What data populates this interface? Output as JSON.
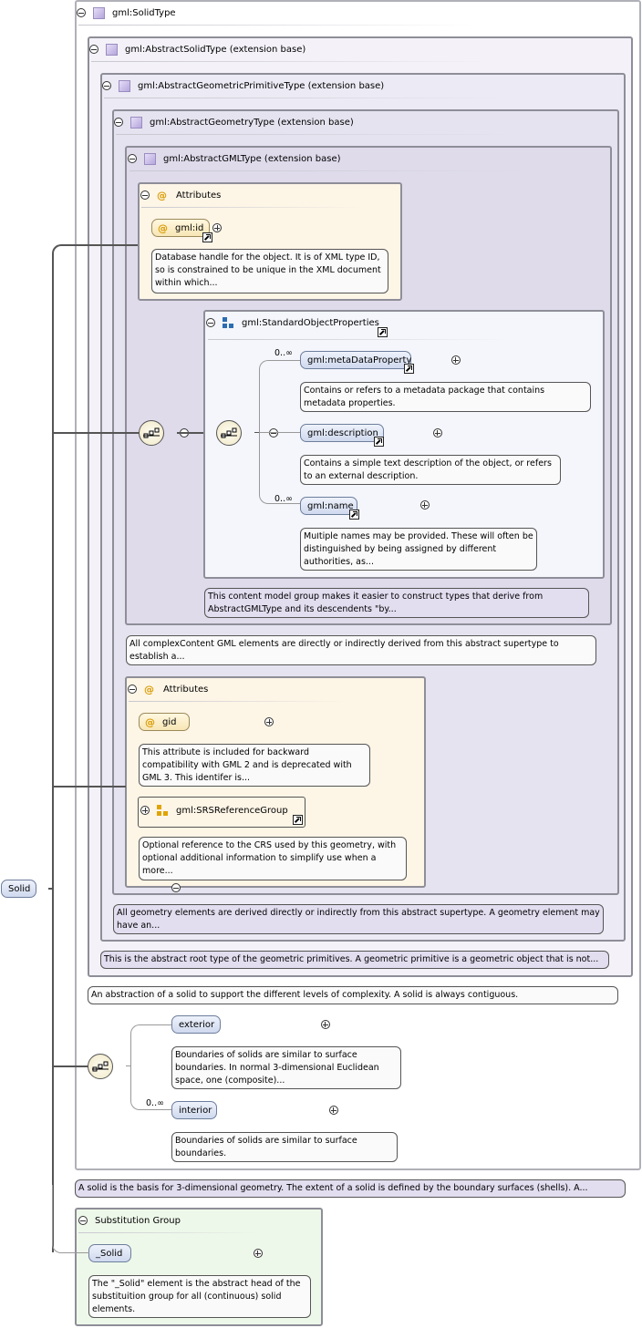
{
  "root": {
    "label": "Solid"
  },
  "solid_type": {
    "label": "gml:SolidType"
  },
  "abstract_solid": {
    "label": "gml:AbstractSolidType (extension base)"
  },
  "abstract_geom_prim": {
    "label": "gml:AbstractGeometricPrimitiveType (extension base)"
  },
  "abstract_geometry": {
    "label": "gml:AbstractGeometryType (extension base)"
  },
  "abstract_gml": {
    "label": "gml:AbstractGMLType (extension base)"
  },
  "attributes1": {
    "label": "Attributes",
    "gml_id": {
      "label": "gml:id",
      "doc": "Database handle for the object. It is of XML type ID, so is constrained to be unique in the XML document within which..."
    }
  },
  "std_props": {
    "label": "gml:StandardObjectProperties",
    "metadata": {
      "card": "0..∞",
      "label": "gml:metaDataProperty",
      "doc": "Contains or refers to a metadata package that contains metadata properties."
    },
    "description": {
      "label": "gml:description",
      "doc": "Contains a simple text description of the object, or refers to an external description."
    },
    "name": {
      "card": "0..∞",
      "label": "gml:name",
      "doc": "Multiple names may be provided. These will often be distinguished by being assigned by different authorities, as..."
    },
    "doc": "This content model group makes it easier to construct types that derive from AbstractGMLType and its descendents \"by..."
  },
  "gml_doc": "All complexContent GML elements are directly or indirectly derived from this abstract supertype to establish a...",
  "attributes2": {
    "label": "Attributes",
    "gid": {
      "label": "gid",
      "doc": "This attribute is included for backward compatibility with GML 2 and is deprecated with GML 3. This identifer is..."
    },
    "srs": {
      "label": "gml:SRSReferenceGroup",
      "doc": "Optional reference to the CRS used by this geometry, with optional additional information to simplify use when a more..."
    }
  },
  "geometry_doc": "All geometry elements are derived directly or indirectly from this abstract supertype. A geometry element may have an...",
  "geom_prim_doc": "This is the abstract root type of the geometric primitives. A geometric primitive is a geometric object that is not...",
  "abstract_solid_doc": "An abstraction of a solid to support the different levels of complexity. A solid is always contiguous.",
  "exterior": {
    "label": "exterior",
    "doc": "Boundaries of solids are similar to surface boundaries. In normal 3-dimensional Euclidean space, one (composite)..."
  },
  "interior": {
    "card": "0..∞",
    "label": "interior",
    "doc": "Boundaries of solids are similar to surface boundaries."
  },
  "solid_doc": "A solid is the basis for 3-dimensional geometry. The extent of a solid is defined by the boundary surfaces (shells). A...",
  "subst_group": {
    "label": "Substitution Group",
    "solid": {
      "label": "_Solid",
      "doc": "The \"_Solid\" element is the abstract head of the substituition group for all (continuous) solid elements."
    }
  },
  "colors": {
    "frame": "#8e8e98",
    "purple_fill": "#dfdbeb",
    "yellow_fill": "#fdf5e6",
    "green_fill": "#eef8ea",
    "element_fill": "#cfd9ee"
  }
}
